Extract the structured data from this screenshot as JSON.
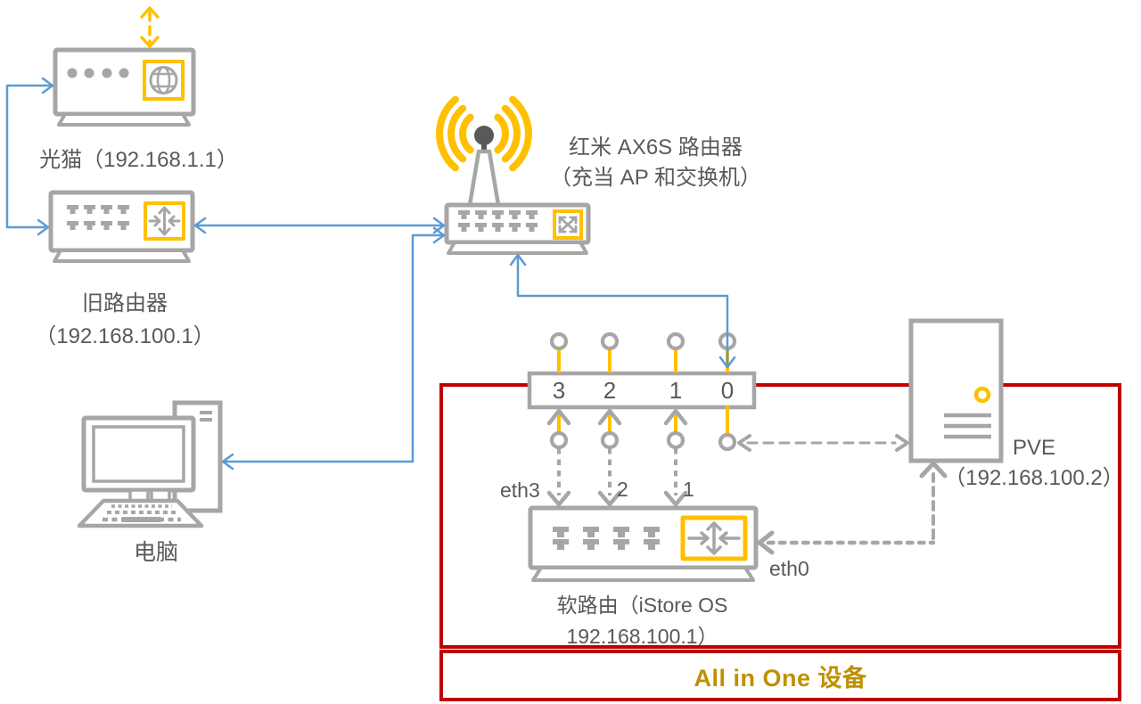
{
  "palette": {
    "device_gray": "#A6A6A6",
    "text_gray": "#595959",
    "accent_yellow": "#FFC000",
    "line_blue": "#5B9BD5",
    "box_red": "#C00000",
    "gold_text": "#BF9000"
  },
  "modem": {
    "label": "光猫（192.168.1.1）"
  },
  "old_router": {
    "name": "旧路由器",
    "ip": "（192.168.100.1）"
  },
  "pc": {
    "label": "电脑"
  },
  "ax6s": {
    "name": "红米 AX6S 路由器",
    "role": "（充当 AP 和交换机）"
  },
  "port_strip": {
    "ports": [
      "3",
      "2",
      "1",
      "0"
    ]
  },
  "soft_router": {
    "name": "软路由（iStore OS",
    "ip": "192.168.100.1）",
    "eth3": "eth3",
    "eth2": "2",
    "eth1": "1",
    "eth0": "eth0"
  },
  "pve": {
    "name": "PVE",
    "ip": "（192.168.100.2）"
  },
  "all_in_one": {
    "label": "All in One 设备"
  }
}
